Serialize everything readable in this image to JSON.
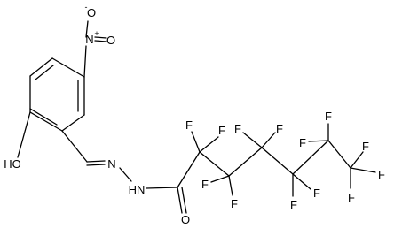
{
  "molecule": {
    "nitro_n": "N",
    "nitro_n_charge": "+",
    "nitro_o_top": "O",
    "nitro_o_top_charge": "-",
    "nitro_o_right": "O",
    "hydroxyl": "HO",
    "hydrazone_n": "N",
    "amide_nh": "HN",
    "carbonyl_o": "O",
    "fluorine": "F"
  }
}
